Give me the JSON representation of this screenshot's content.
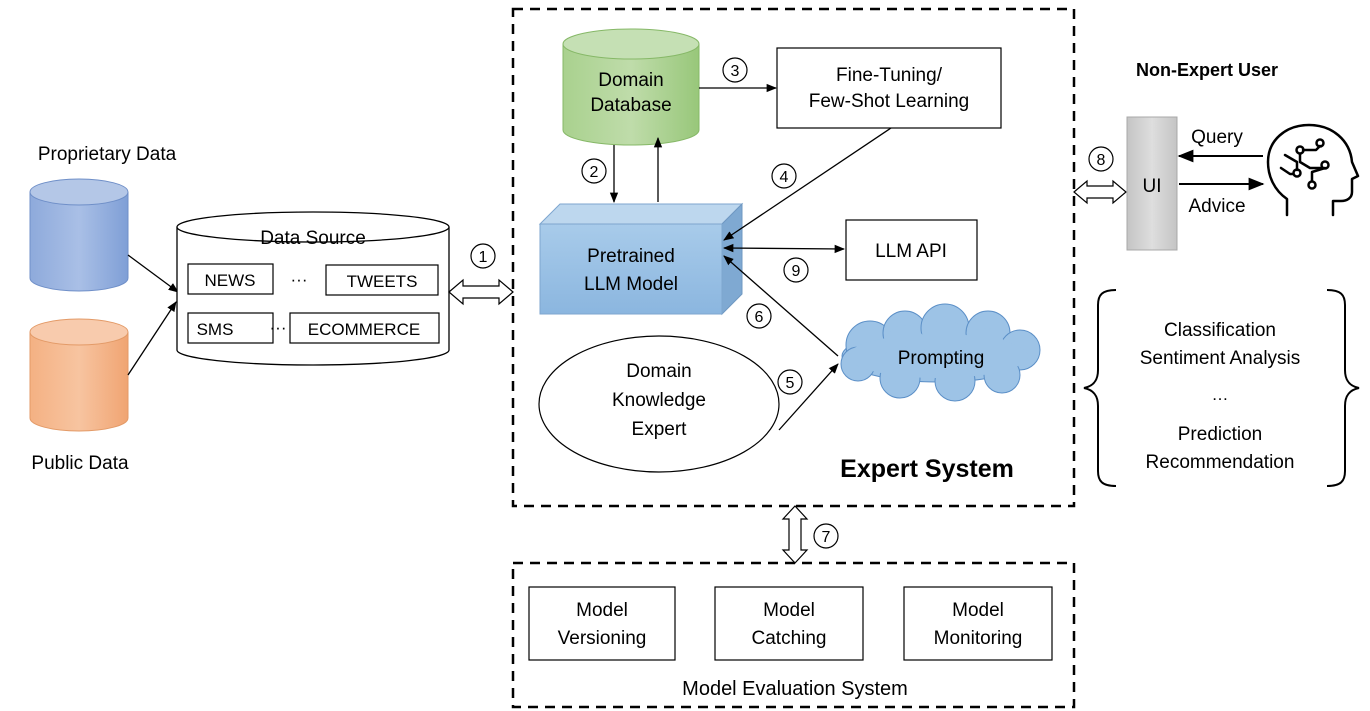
{
  "sources": {
    "proprietary_label": "Proprietary Data",
    "public_label": "Public Data"
  },
  "data_source": {
    "title": "Data Source",
    "items": [
      "NEWS",
      "TWEETS",
      "SMS",
      "ECOMMERCE"
    ],
    "ellipsis": "···"
  },
  "expert_system": {
    "title": "Expert System",
    "domain_db": [
      "Domain",
      "Database"
    ],
    "fine_tuning": [
      "Fine-Tuning/",
      "Few-Shot Learning"
    ],
    "llm": [
      "Pretrained",
      "LLM Model"
    ],
    "llm_api": "LLM API",
    "prompting": "Prompting",
    "expert": [
      "Domain",
      "Knowledge",
      "Expert"
    ]
  },
  "steps": [
    "1",
    "2",
    "3",
    "4",
    "5",
    "6",
    "7",
    "8",
    "9"
  ],
  "user": {
    "title": "Non-Expert User",
    "ui": "UI",
    "query": "Query",
    "advice": "Advice"
  },
  "tasks": [
    "Classification",
    "Sentiment Analysis",
    "…",
    "Prediction",
    "Recommendation"
  ],
  "evaluation": {
    "title": "Model Evaluation System",
    "boxes": [
      [
        "Model",
        "Versioning"
      ],
      [
        "Model",
        "Catching"
      ],
      [
        "Model",
        "Monitoring"
      ]
    ]
  },
  "colors": {
    "blue_cyl": "#8eaadb",
    "orange_cyl": "#f4b183",
    "green_cyl": "#a9d18e",
    "llm_box": "#9dc3e6",
    "cloud": "#9dc3e6",
    "ui_box": "#d0d0d0"
  }
}
